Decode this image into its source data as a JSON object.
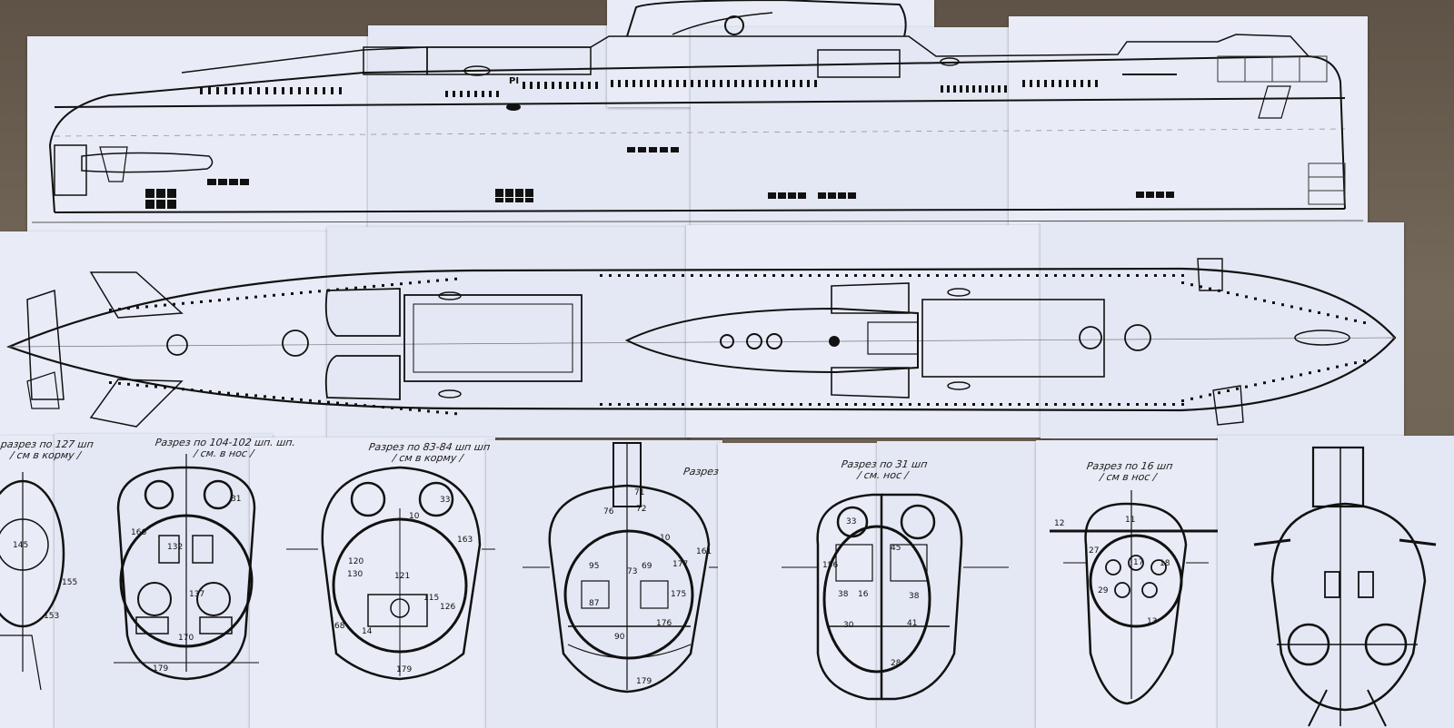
{
  "captions": {
    "c127": {
      "line1": "разрез по 127 шп",
      "line2": "/ см в корму /"
    },
    "c104": {
      "line1": "Разрез по 104-102 шп. шп.",
      "line2": "/ см. в нос /"
    },
    "c83": {
      "line1": "Разрез по 83-84 шп шп",
      "line2": "/ см в корму /"
    },
    "c_mid": {
      "line1": "Разрез"
    },
    "c31": {
      "line1": "Разрез по 31 шп",
      "line2": "/ см. нос /"
    },
    "c16": {
      "line1": "Разрез по 16 шп",
      "line2": "/ см в нос /"
    }
  },
  "hull_labels": {
    "side_marking": "PI"
  },
  "section_numbers": {
    "s127": [
      "145",
      "155",
      "153"
    ],
    "s104": [
      "166",
      "31",
      "132",
      "137",
      "170",
      "179"
    ],
    "s83": [
      "33",
      "10",
      "163",
      "120",
      "130",
      "121",
      "115",
      "126",
      "14",
      "68",
      "179"
    ],
    "s_mid": [
      "71",
      "76",
      "72",
      "10",
      "161",
      "95",
      "73",
      "69",
      "177",
      "175",
      "87",
      "176",
      "90",
      "179"
    ],
    "s31": [
      "33",
      "156",
      "45",
      "38",
      "16",
      "38",
      "30",
      "41",
      "28"
    ],
    "s16": [
      "12",
      "11",
      "27",
      "17",
      "18",
      "29",
      "13"
    ]
  }
}
